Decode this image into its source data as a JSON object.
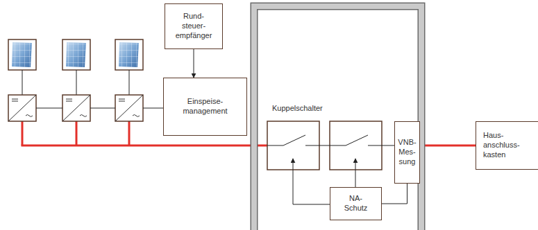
{
  "diagram": {
    "nodes": [
      {
        "text": [
          "Rund- steuer- empfänger"
        ]
      },
      {
        "text": [
          "Einspeise- management"
        ]
      },
      {
        "text": [
          "Kuppelschalter"
        ]
      },
      {
        "text": [
          "VNB- Mes- sung"
        ],
        "in": 2
      },
      {
        "text": [
          "NA- Schutz"
        ],
        "in": 2
      },
      {
        "text": [
          "Haus- anschluss- kasten"
        ]
      }
    ],
    "edges": [
      {
        "from": 0,
        "to": 1,
        "arrow": "to"
      },
      {
        "from": 4,
        "to": 3,
        "arrow": "none"
      },
      {
        "from": 3,
        "to": 5,
        "arrow": "none"
      }
    ]
  }
}
